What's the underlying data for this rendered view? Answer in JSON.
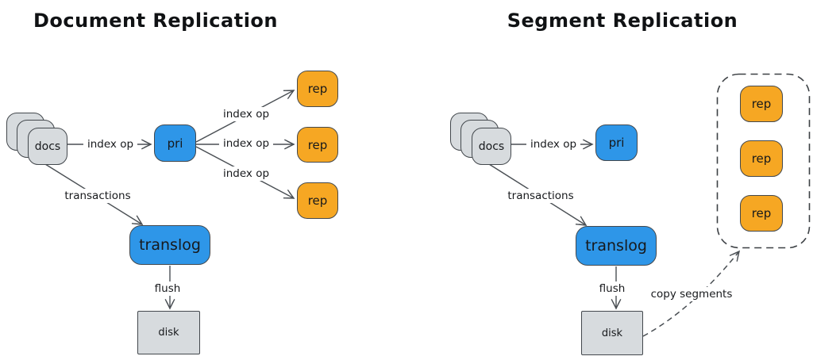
{
  "colors": {
    "blue": "#2e96e8",
    "orange": "#f6a723",
    "gray": "#d7dbde",
    "stroke": "#43484d",
    "line": "#4a4f54",
    "text": "#17191c"
  },
  "left": {
    "title": "Document Replication",
    "docs": "docs",
    "pri": "pri",
    "rep1": "rep",
    "rep2": "rep",
    "rep3": "rep",
    "translog": "translog",
    "disk": "disk",
    "edge_index_op_in": "index op",
    "edge_index_op_1": "index op",
    "edge_index_op_2": "index op",
    "edge_index_op_3": "index op",
    "edge_transactions": "transactions",
    "edge_flush": "flush"
  },
  "right": {
    "title": "Segment Replication",
    "docs": "docs",
    "pri": "pri",
    "rep1": "rep",
    "rep2": "rep",
    "rep3": "rep",
    "translog": "translog",
    "disk": "disk",
    "edge_index_op_in": "index op",
    "edge_transactions": "transactions",
    "edge_flush": "flush",
    "edge_copy_segments": "copy segments"
  }
}
